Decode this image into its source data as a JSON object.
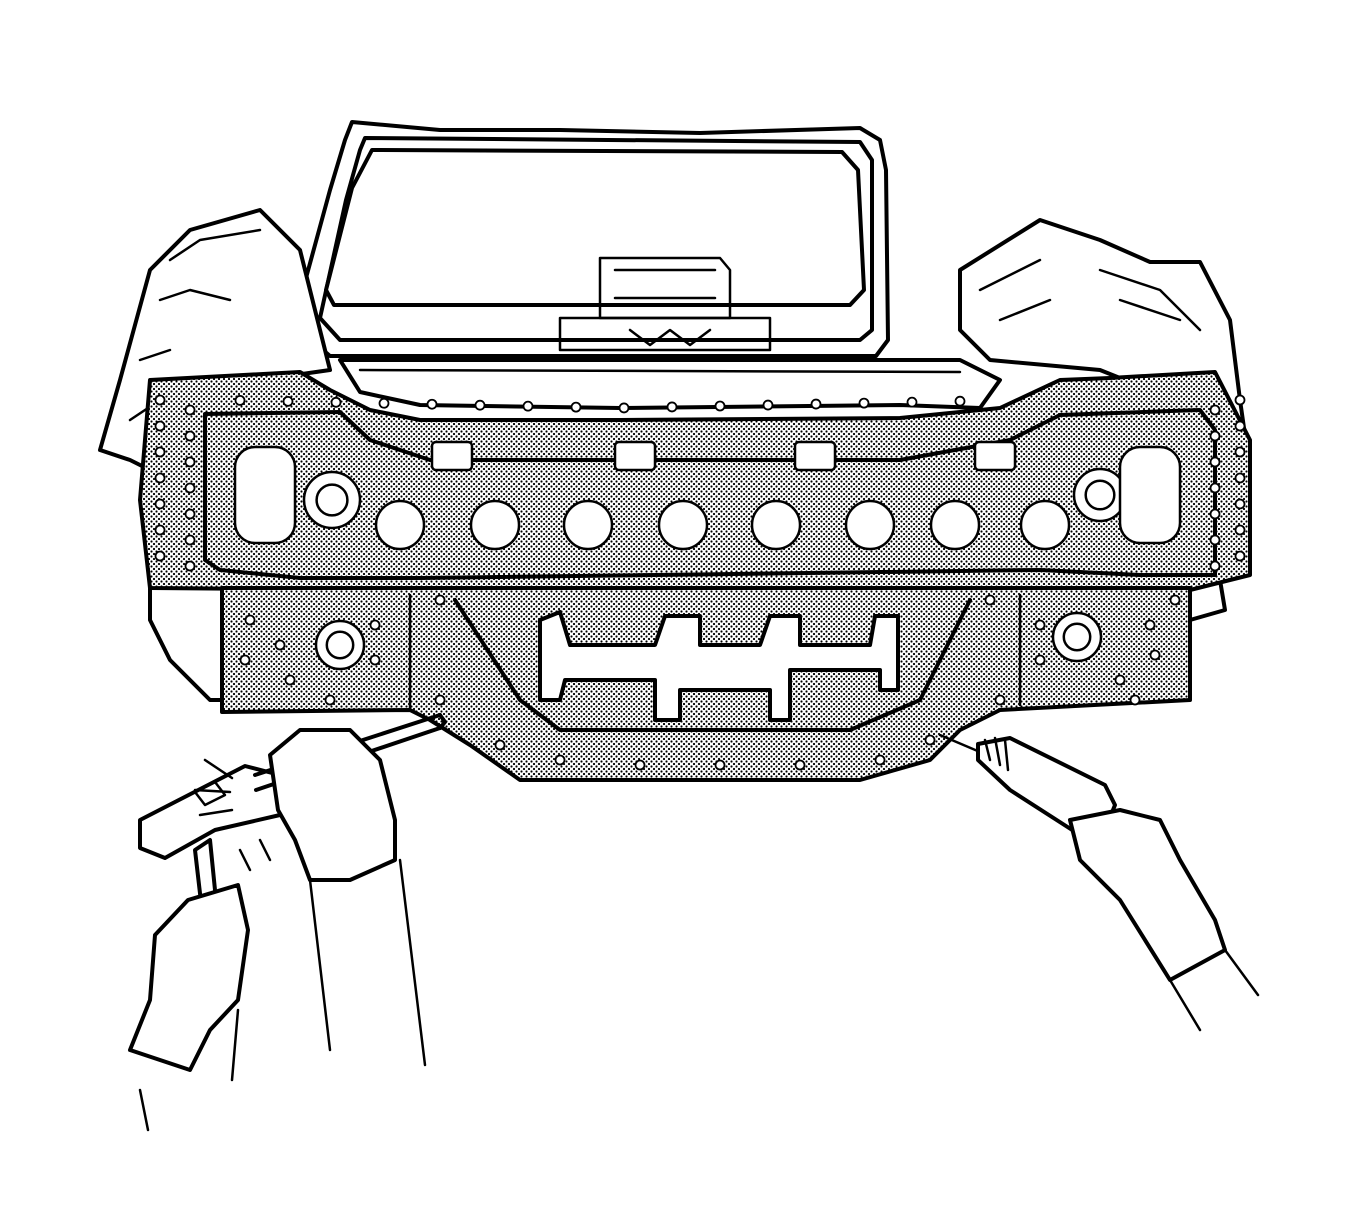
{
  "colors": {
    "ink": "#000000",
    "paper": "#ffffff",
    "shading": "#000000"
  },
  "illustration": {
    "components": [
      "rear-window-frame",
      "rear-compartment-panel",
      "lower-rear-panel",
      "left-quarter-panel",
      "right-quarter-panel",
      "hammer",
      "chisel",
      "spot-weld-cutter"
    ]
  }
}
